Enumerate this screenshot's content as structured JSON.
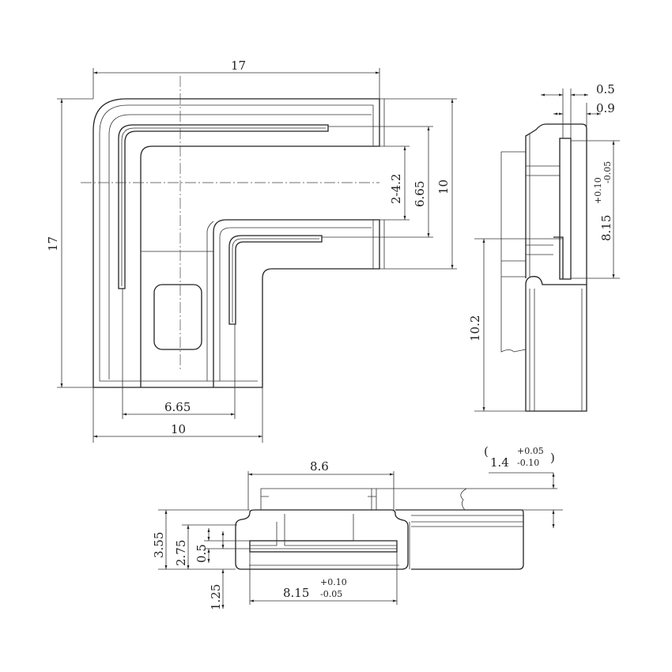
{
  "top_view": {
    "width_overall": "17",
    "height_overall": "17",
    "slot_spacing": "2-4.2",
    "arm_offset_v": "6.65",
    "arm_height": "10",
    "arm_offset_h": "6.65",
    "arm_width": "10"
  },
  "side_view": {
    "wall": "0.5",
    "wall_outer": "0.9",
    "slot_length": "8.15",
    "slot_tol_plus": "+0.10",
    "slot_tol_minus": "-0.05",
    "height": "10.2"
  },
  "front_view": {
    "width": "8.6",
    "step_open": "(",
    "step": "1.4",
    "step_tol_plus": "+0.05",
    "step_tol_minus": "-0.10",
    "step_close": ")",
    "total_height": "3.55",
    "inner_height": "2.75",
    "slot": "0.5",
    "base": "1.25",
    "slot_length": "8.15",
    "slot_tol_plus": "+0.10",
    "slot_tol_minus": "-0.05"
  }
}
